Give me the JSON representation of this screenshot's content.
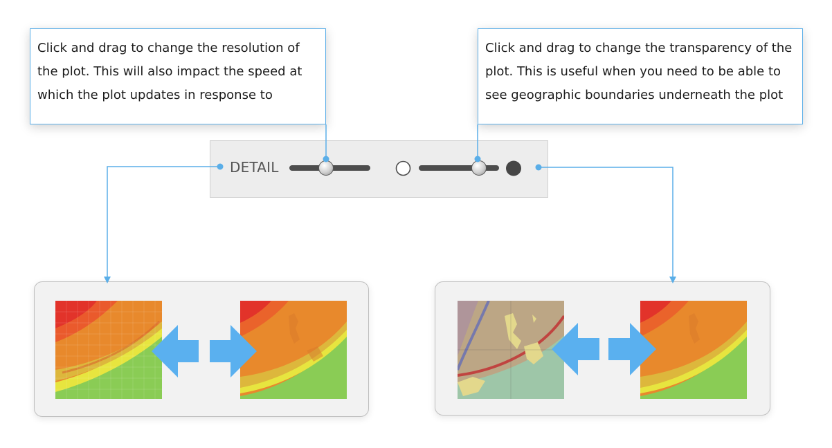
{
  "callouts": {
    "detail": {
      "lines": [
        "Click and drag to change the resolution of",
        "the plot. This will also impact the speed at",
        "which the plot updates in response to"
      ]
    },
    "transparency": {
      "lines": [
        "Click and drag to change the transparency of the",
        "plot. This is useful when you need to be able to",
        "see geographic boundaries underneath the plot"
      ]
    }
  },
  "toolbar": {
    "detail_label": "DETAIL",
    "detail_slider": {
      "value": 0.45
    },
    "transparency_slider": {
      "value": 0.75
    }
  },
  "colors": {
    "accent": "#5aaee8",
    "arrow": "#5ab0ef",
    "plot_red": "#e2332a",
    "plot_orange": "#e8892c",
    "plot_yellow": "#e7e53f",
    "plot_green": "#8acc55"
  },
  "icons": {
    "detail_arrows": "double-arrow-icon",
    "transparency_arrows": "double-arrow-icon",
    "opacity_min": "hollow-circle-icon",
    "opacity_max": "filled-circle-icon"
  }
}
